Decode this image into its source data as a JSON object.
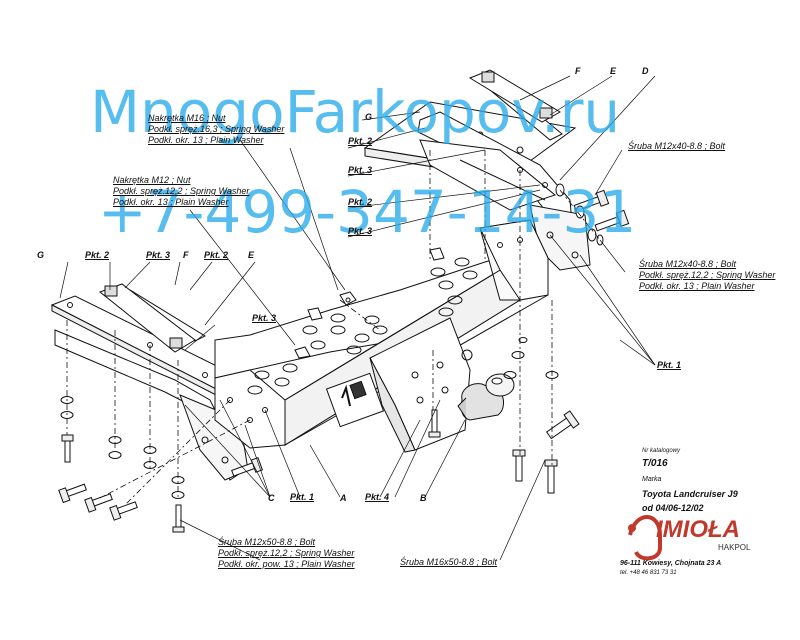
{
  "watermark": {
    "site": "MnogoFarkopov.ru",
    "phone": "+7-499-347-14-31",
    "color": "#28aaeb"
  },
  "part_letters": {
    "F_top": "F",
    "E_top": "E",
    "D": "D",
    "G_top": "G",
    "G_left": "G",
    "F_left": "F",
    "E_left": "E",
    "A": "A",
    "B": "B",
    "C": "C"
  },
  "pkt": {
    "p2_top1": "Pkt. 2",
    "p3_top1": "Pkt. 3",
    "p2_top2": "Pkt. 2",
    "p3_top2": "Pkt. 3",
    "p2_left1": "Pkt. 2",
    "p3_left": "Pkt. 3",
    "p2_left2": "Pkt. 2",
    "p3_mid": "Pkt. 3",
    "p1_right": "Pkt. 1",
    "p1_bottom": "Pkt. 1",
    "p4": "Pkt. 4"
  },
  "callouts": {
    "nut16": [
      "Nakrętka  M16 ; Nut",
      "Podkł. spręż.16,3 ; Spring Washer",
      "Podkł. okr. 13 ; Plain Washer"
    ],
    "nut12": [
      "Nakrętka  M12 ; Nut",
      "Podkł. spręż.12,2 ; Spring Washer",
      "Podkł. okr. 13 ; Plain Washer"
    ],
    "bolt40_top": [
      "Śruba M12x40-8.8 ;  Bolt"
    ],
    "bolt40_right": [
      "Śruba M12x40-8.8 ;  Bolt",
      "Podkł. spręż.12,2 ; Spring Washer",
      "Podkł. okr. 13 ; Plain Washer"
    ],
    "bolt50": [
      "Śruba M12x50-8.8 ;  Bolt",
      "Podkł. spręż.12,2 ; Spring Washer",
      "Podkł. okr. pow. 13 ; Plain Washer"
    ],
    "bolt16": [
      "Śruba M16x50-8.8 ;  Bolt"
    ]
  },
  "product": {
    "catalog_label": "Nr katalogowy",
    "catalog_no": "T/016",
    "brand_label": "Marka",
    "model": "Toyota Landcruiser J9",
    "date_range": "od  04/06-12/02"
  },
  "company": {
    "logo": "IMIOŁA",
    "sub": "HAKPOL",
    "address": "96-111 Kowiesy, Chojnata 23 A",
    "phone": "tel. +48 46 831 73 31"
  }
}
